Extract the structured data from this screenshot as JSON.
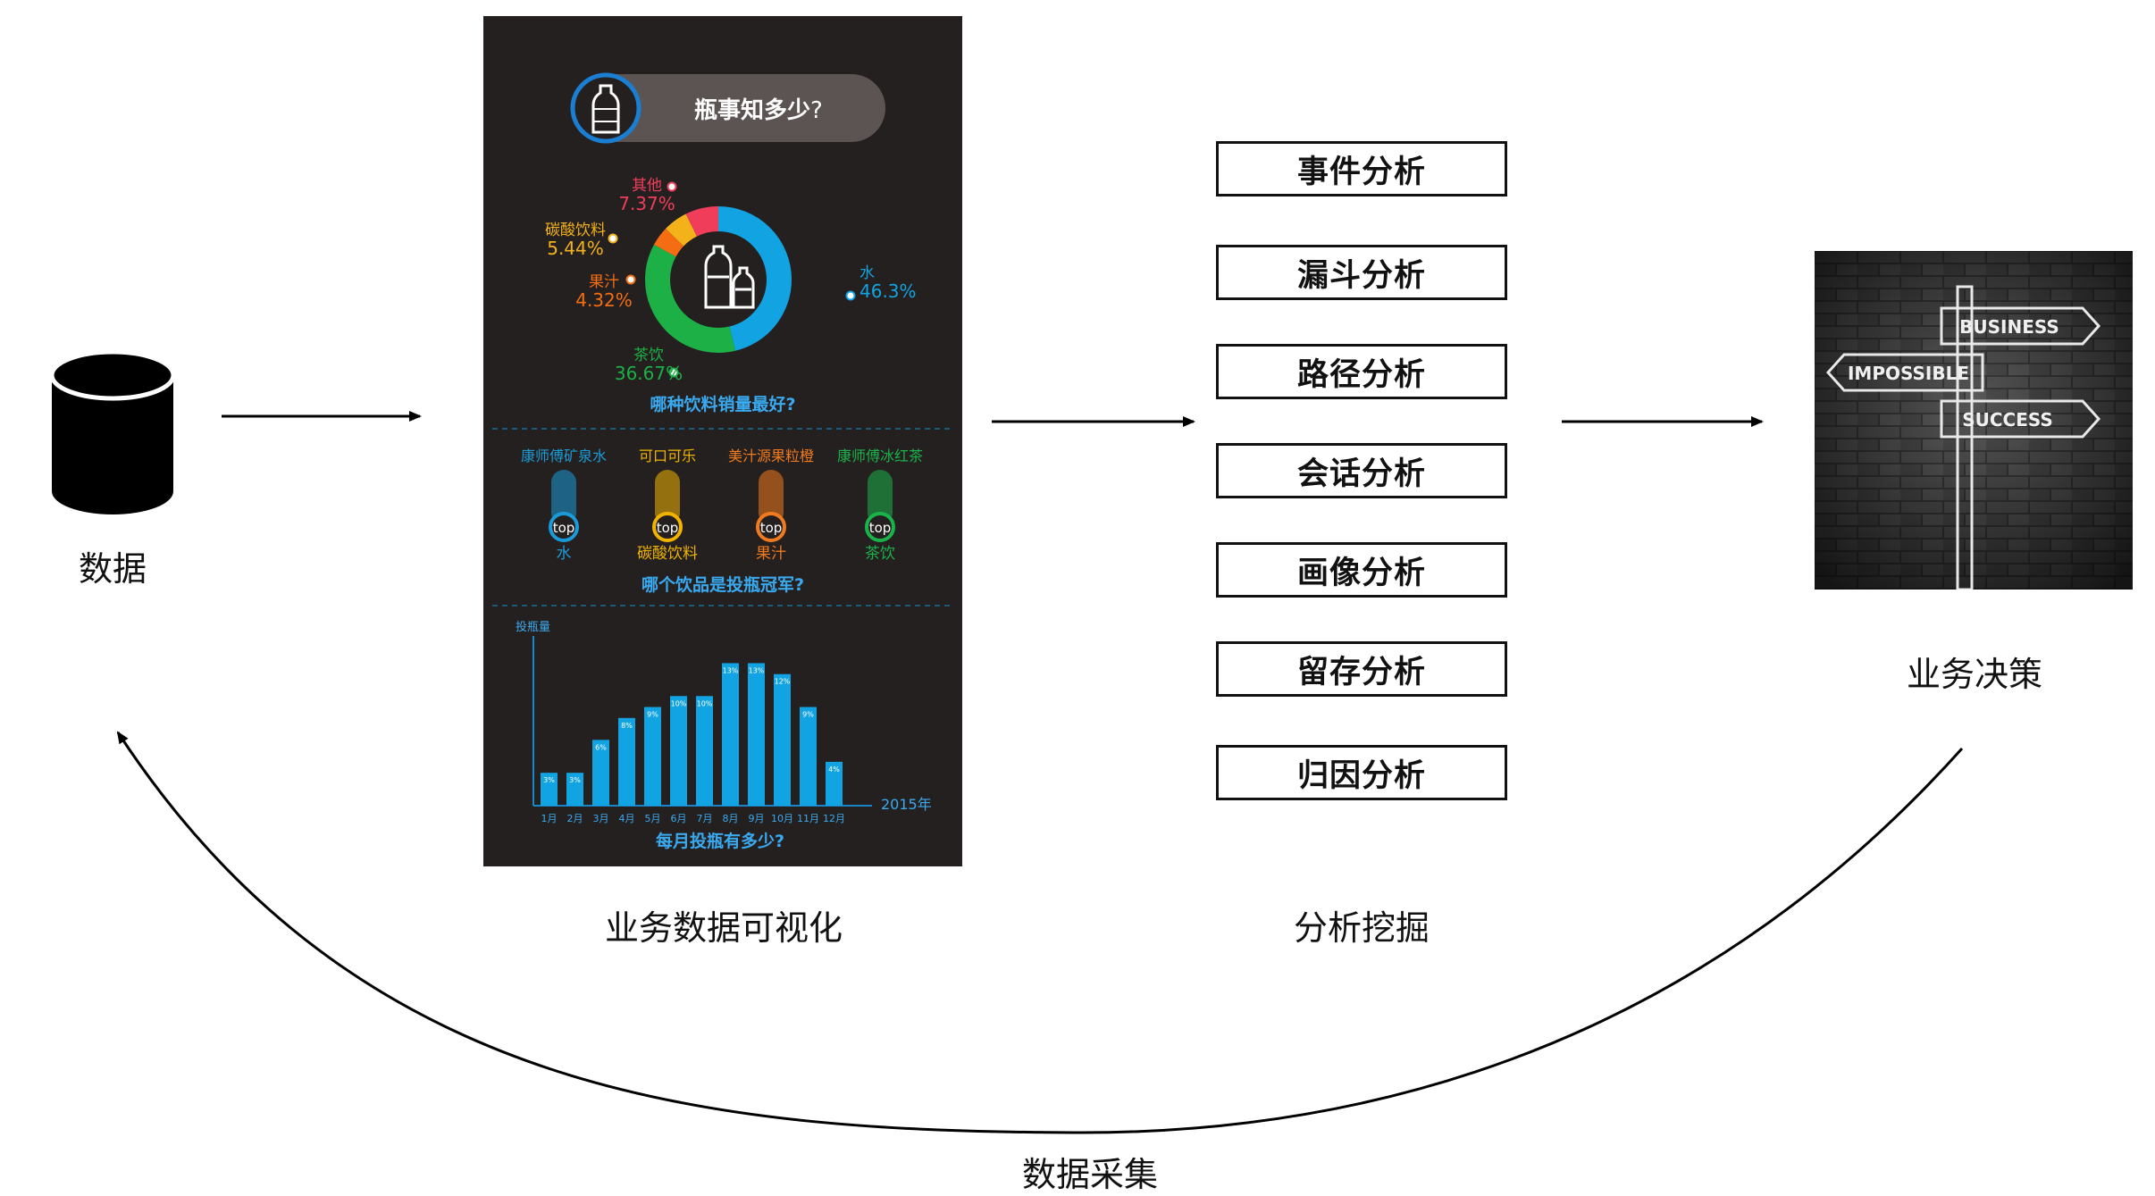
{
  "nodes": {
    "data_label": "数据",
    "viz_label": "业务数据可视化",
    "mining_label": "分析挖掘",
    "decision_label": "业务决策",
    "loop_label": "数据采集"
  },
  "methods": [
    "事件分析",
    "漏斗分析",
    "路径分析",
    "会话分析",
    "画像分析",
    "留存分析",
    "归因分析"
  ],
  "infographic": {
    "title": "瓶事知多少",
    "title_mark": "?",
    "section1_question": "哪种饮料销量最好?",
    "section2_question": "哪个饮品是投瓶冠军?",
    "section3_question": "每月投瓶有多少?",
    "chart_year": "2015年",
    "chart_ylabel": "投瓶量",
    "top_badge": "top",
    "brands": [
      {
        "brand": "康师傅矿泉水",
        "category": "水",
        "color": "#1a9bd7"
      },
      {
        "brand": "可口可乐",
        "category": "碳酸饮料",
        "color": "#f0b400"
      },
      {
        "brand": "美汁源果粒橙",
        "category": "果汁",
        "color": "#f07a1e"
      },
      {
        "brand": "康师傅冰红茶",
        "category": "茶饮",
        "color": "#1ab34a"
      }
    ]
  },
  "decision_signs": [
    "BUSINESS",
    "IMPOSSIBLE",
    "SUCCESS"
  ],
  "chart_data": [
    {
      "type": "pie",
      "categories": [
        "水",
        "茶饮",
        "果汁",
        "碳酸饮料",
        "其他"
      ],
      "values": [
        46.3,
        36.67,
        4.32,
        5.44,
        7.37
      ],
      "value_labels": [
        "46.3%",
        "36.67%",
        "4.32%",
        "5.44%",
        "7.37%"
      ],
      "colors": [
        "#12a4e2",
        "#1cb046",
        "#f46d12",
        "#f3b21a",
        "#ef3d5a"
      ],
      "title": "哪种饮料销量最好?"
    },
    {
      "type": "bar",
      "categories": [
        "1月",
        "2月",
        "3月",
        "4月",
        "5月",
        "6月",
        "7月",
        "8月",
        "9月",
        "10月",
        "11月",
        "12月"
      ],
      "values": [
        3,
        3,
        6,
        8,
        9,
        10,
        10,
        13,
        13,
        12,
        9,
        4
      ],
      "value_labels": [
        "3%",
        "3%",
        "6%",
        "8%",
        "9%",
        "10%",
        "10%",
        "13%",
        "13%",
        "12%",
        "9%",
        "4%"
      ],
      "title": "每月投瓶有多少?",
      "xlabel": "2015年",
      "ylabel": "投瓶量",
      "ylim": [
        0,
        14
      ],
      "color": "#12a4e2"
    }
  ]
}
